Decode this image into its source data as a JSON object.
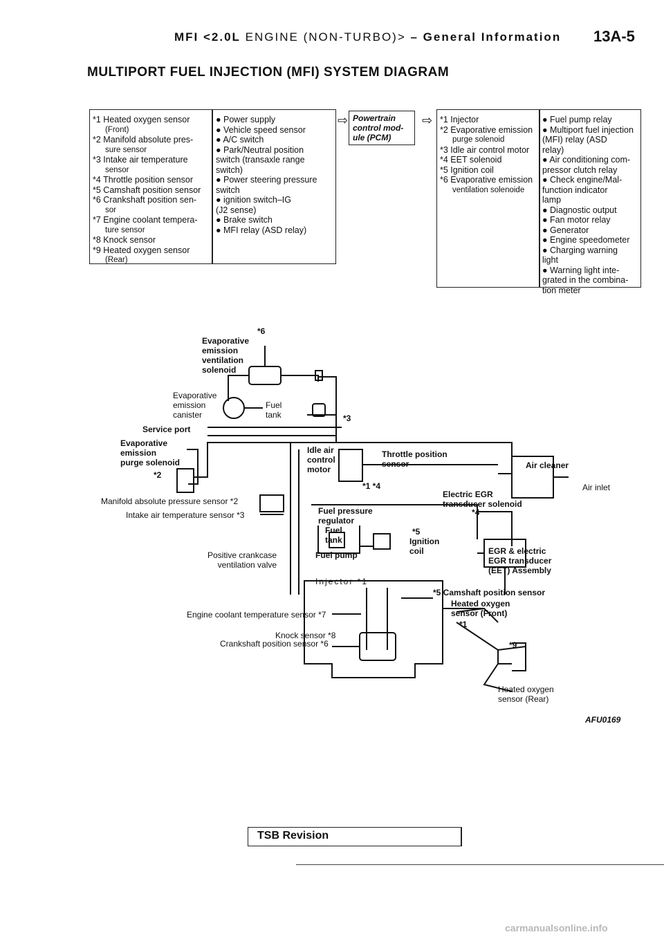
{
  "header": {
    "section_left": "MFI <2.0L",
    "section_engine": "ENGINE (NON-TURBO)>",
    "section_topic": "– General Information",
    "page_number": "13A-5"
  },
  "title": "MULTIPORT FUEL INJECTION (MFI) SYSTEM DIAGRAM",
  "sensors_column": [
    {
      "mark": "*1",
      "text": "Heated oxygen sensor"
    },
    {
      "mark": "",
      "text": "(Front)",
      "indent": true
    },
    {
      "mark": "*2",
      "text": "Manifold absolute pres-"
    },
    {
      "mark": "",
      "text": "sure sensor",
      "indent": true
    },
    {
      "mark": "*3",
      "text": "Intake air temperature"
    },
    {
      "mark": "",
      "text": "sensor",
      "indent": true
    },
    {
      "mark": "*4",
      "text": "Throttle position sensor"
    },
    {
      "mark": "*5",
      "text": "Camshaft position sensor"
    },
    {
      "mark": "*6",
      "text": "Crankshaft position sen-"
    },
    {
      "mark": "",
      "text": "sor",
      "indent": true
    },
    {
      "mark": "*7",
      "text": "Engine coolant tempera-"
    },
    {
      "mark": "",
      "text": "ture sensor",
      "indent": true
    },
    {
      "mark": "*8",
      "text": "Knock sensor"
    },
    {
      "mark": "*9",
      "text": "Heated oxygen sensor"
    },
    {
      "mark": "",
      "text": "(Rear)",
      "indent": true
    }
  ],
  "inputs_column": [
    "● Power supply",
    "● Vehicle speed sensor",
    "● A/C switch",
    "● Park/Neutral position",
    "   switch (transaxle range",
    "   switch)",
    "● Power steering pressure",
    "   switch",
    "● ignition switch–IG",
    "   (J2 sense)",
    "● Brake switch",
    "● MFI relay (ASD relay)"
  ],
  "pcm_label": "Powertrain control module (PCM)",
  "pcm_lines": [
    "Powertrain",
    "control mod-",
    "ule (PCM)"
  ],
  "actuators_column": [
    {
      "mark": "*1",
      "text": "Injector"
    },
    {
      "mark": "*2",
      "text": "Evaporative emission"
    },
    {
      "mark": "",
      "text": "purge solenoid",
      "indent": true
    },
    {
      "mark": "*3",
      "text": "Idle air control motor"
    },
    {
      "mark": "*4",
      "text": "EET solenoid"
    },
    {
      "mark": "*5",
      "text": "Ignition coil"
    },
    {
      "mark": "*6",
      "text": "Evaporative emission"
    },
    {
      "mark": "",
      "text": "ventilation solenoide",
      "indent": true
    }
  ],
  "outputs_column": [
    "● Fuel pump relay",
    "● Multiport fuel injection",
    "   (MFI) relay (ASD",
    "   relay)",
    "● Air conditioning com-",
    "   pressor clutch relay",
    "● Check engine/Mal-",
    "   function indicator",
    "   lamp",
    "● Diagnostic output",
    "● Fan motor relay",
    "● Generator",
    "● Engine speedometer",
    "● Charging warning",
    "   light",
    "● Warning light inte-",
    "   grated in the combina-",
    "   tion meter"
  ],
  "diagram_labels": {
    "evap_vent": [
      "Evaporative",
      "emission",
      "ventilation",
      "solenoid"
    ],
    "evap_vent_mark": "*6",
    "evap_canister": [
      "Evaporative",
      "emission",
      "canister"
    ],
    "fuel_tank_top": [
      "Fuel",
      "tank"
    ],
    "mark3": "*3",
    "service_port": "Service port",
    "evap_purge": [
      "Evaporative",
      "emission",
      "purge solenoid"
    ],
    "mark2": "*2",
    "idle_air": [
      "Idle air",
      "control",
      "motor"
    ],
    "throttle_pos": [
      "Throttle position",
      "sensor"
    ],
    "air_cleaner": "Air cleaner",
    "air_inlet": "Air inlet",
    "mark1_4": "*1 *4",
    "map_sensor": "Manifold absolute pressure sensor *2",
    "iat_sensor": "Intake air temperature sensor *3",
    "electric_egr": [
      "Electric EGR",
      "transducer solenoid"
    ],
    "mark4": "*4",
    "fuel_pressure": [
      "Fuel pressure",
      "regulator"
    ],
    "fuel_tank_mid": [
      "Fuel",
      "tank"
    ],
    "fuel_pump": "Fuel pump",
    "mark5": "*5",
    "ignition_coil": [
      "Ignition",
      "coil"
    ],
    "pcv_valve": [
      "Positive crankcase",
      "ventilation valve"
    ],
    "egr_assembly": [
      "EGR & electric",
      "EGR transducer",
      "(EET) Assembly"
    ],
    "injector": "Injector *1",
    "camshaft": "*5 Camshaft position sensor",
    "heated_front": [
      "Heated oxygen",
      "sensor (Front)"
    ],
    "mark1b": "*1",
    "coolant": "Engine coolant temperature sensor *7",
    "knock": "Knock sensor *8",
    "crank": "Crankshaft position sensor *6",
    "mark9": "*9",
    "heated_rear": [
      "Heated oxygen",
      "sensor (Rear)"
    ]
  },
  "figure_code": "AFU0169",
  "footer": {
    "revision": "TSB Revision"
  },
  "watermark": "carmanualsonline.info"
}
